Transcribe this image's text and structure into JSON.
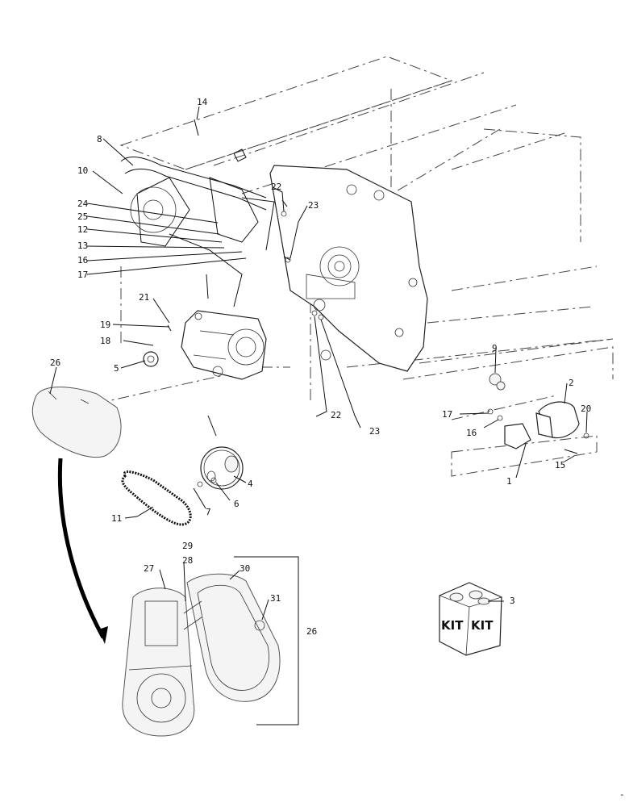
{
  "callouts": [
    {
      "id": "c1",
      "label": "1"
    },
    {
      "id": "c2",
      "label": "2"
    },
    {
      "id": "c3",
      "label": "3"
    },
    {
      "id": "c4",
      "label": "4"
    },
    {
      "id": "c5",
      "label": "5"
    },
    {
      "id": "c6",
      "label": "6"
    },
    {
      "id": "c7",
      "label": "7"
    },
    {
      "id": "c8",
      "label": "8"
    },
    {
      "id": "c9",
      "label": "9"
    },
    {
      "id": "c10",
      "label": "10"
    },
    {
      "id": "c11",
      "label": "11"
    },
    {
      "id": "c12",
      "label": "12"
    },
    {
      "id": "c13",
      "label": "13"
    },
    {
      "id": "c14",
      "label": "14"
    },
    {
      "id": "c15",
      "label": "15"
    },
    {
      "id": "c16a",
      "label": "16"
    },
    {
      "id": "c16b",
      "label": "16"
    },
    {
      "id": "c17a",
      "label": "17"
    },
    {
      "id": "c17b",
      "label": "17"
    },
    {
      "id": "c18",
      "label": "18"
    },
    {
      "id": "c19",
      "label": "19"
    },
    {
      "id": "c20",
      "label": "20"
    },
    {
      "id": "c21",
      "label": "21"
    },
    {
      "id": "c22a",
      "label": "22"
    },
    {
      "id": "c22b",
      "label": "22"
    },
    {
      "id": "c23a",
      "label": "23"
    },
    {
      "id": "c23b",
      "label": "23"
    },
    {
      "id": "c24",
      "label": "24"
    },
    {
      "id": "c25",
      "label": "25"
    },
    {
      "id": "c26a",
      "label": "26"
    },
    {
      "id": "c26b",
      "label": "26"
    },
    {
      "id": "c27",
      "label": "27"
    },
    {
      "id": "c28",
      "label": "28"
    },
    {
      "id": "c29",
      "label": "29"
    },
    {
      "id": "c30",
      "label": "30"
    },
    {
      "id": "c31",
      "label": "31"
    }
  ],
  "kit": {
    "left_label": "KIT",
    "right_label": "KIT"
  }
}
